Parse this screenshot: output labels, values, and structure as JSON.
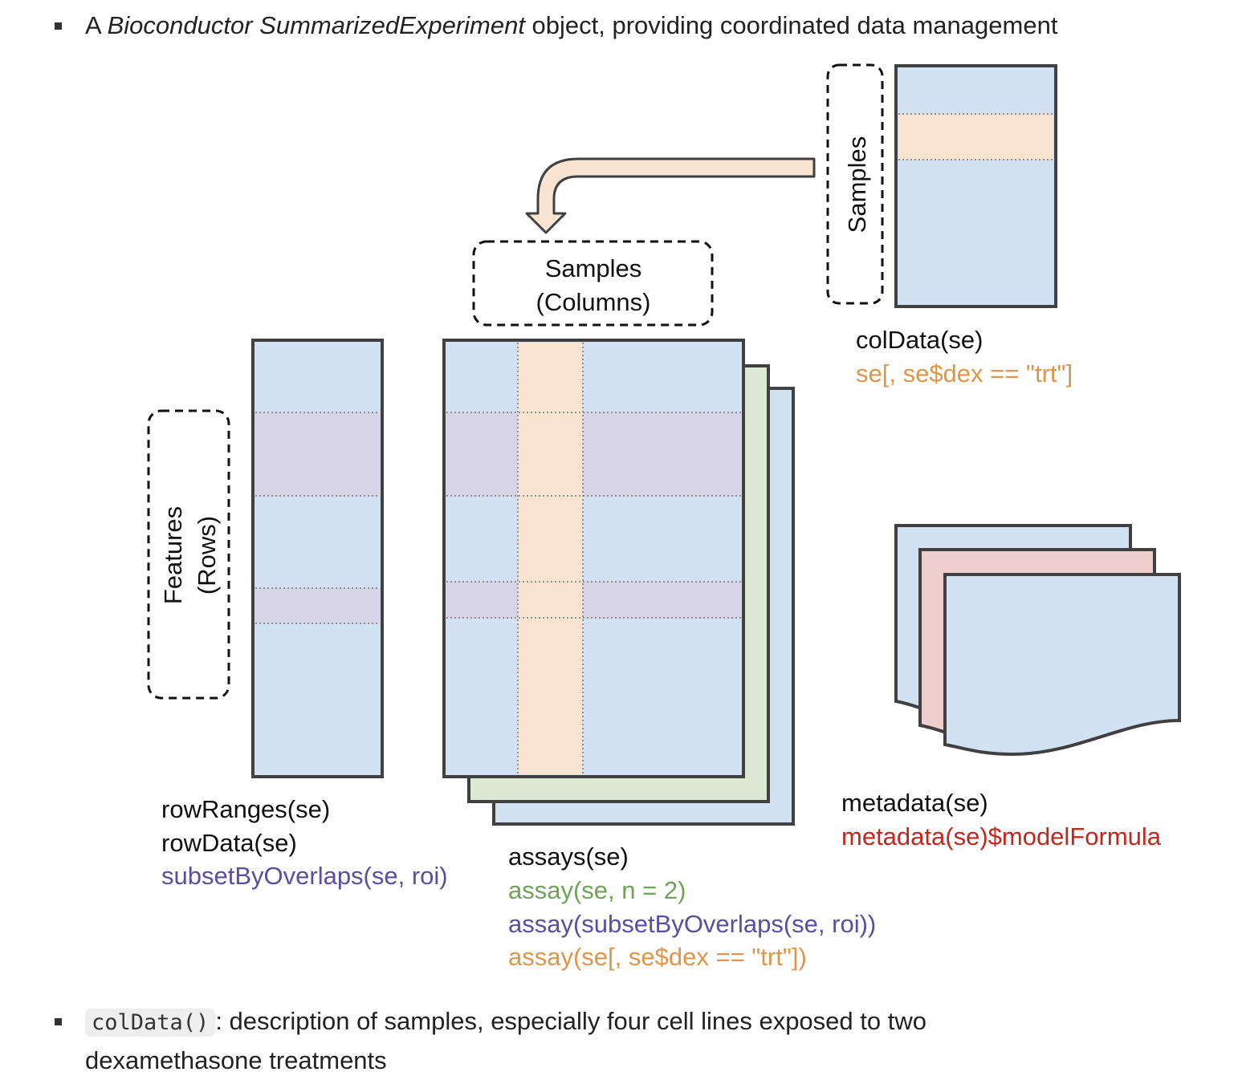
{
  "bullet1": {
    "prefix": "A ",
    "emphasis": "Bioconductor SummarizedExperiment",
    "suffix": " object, providing coordinated data management"
  },
  "diagram": {
    "samples_columns_box": {
      "line1": "Samples",
      "line2": "(Columns)"
    },
    "samples_vertical_box": "Samples",
    "features_box": {
      "line1": "Features",
      "line2": "(Rows)"
    },
    "coldata_labels": [
      {
        "text": "colData(se)",
        "color": "#111111"
      },
      {
        "text": "se[, se$dex == \"trt\"]",
        "color": "#e0964a"
      }
    ],
    "rowdata_labels": [
      {
        "text": "rowRanges(se)",
        "color": "#111111"
      },
      {
        "text": "rowData(se)",
        "color": "#111111"
      },
      {
        "text": "subsetByOverlaps(se, roi)",
        "color": "#5b4ea0"
      }
    ],
    "assays_labels": [
      {
        "text": "assays(se)",
        "color": "#111111"
      },
      {
        "text": "assay(se, n = 2)",
        "color": "#6fa35a"
      },
      {
        "text": "assay(subsetByOverlaps(se, roi))",
        "color": "#5b4ea0"
      },
      {
        "text": "assay(se[, se$dex == \"trt\"])",
        "color": "#e0964a"
      }
    ],
    "metadata_labels": [
      {
        "text": "metadata(se)",
        "color": "#111111"
      },
      {
        "text": "metadata(se)$modelFormula",
        "color": "#c0281c"
      }
    ],
    "colors": {
      "blue_fill": "#d2e2f3",
      "orange_fill": "#f8e4d0",
      "purple_fill": "#d8d4e8",
      "green_fill": "#dce8d4",
      "pink_fill": "#efcfcd",
      "outline": "#404040"
    }
  },
  "bullet2": {
    "code": "colData()",
    "line1": ": description of samples, especially four cell lines exposed to two",
    "line2": "dexamethasone treatments"
  }
}
